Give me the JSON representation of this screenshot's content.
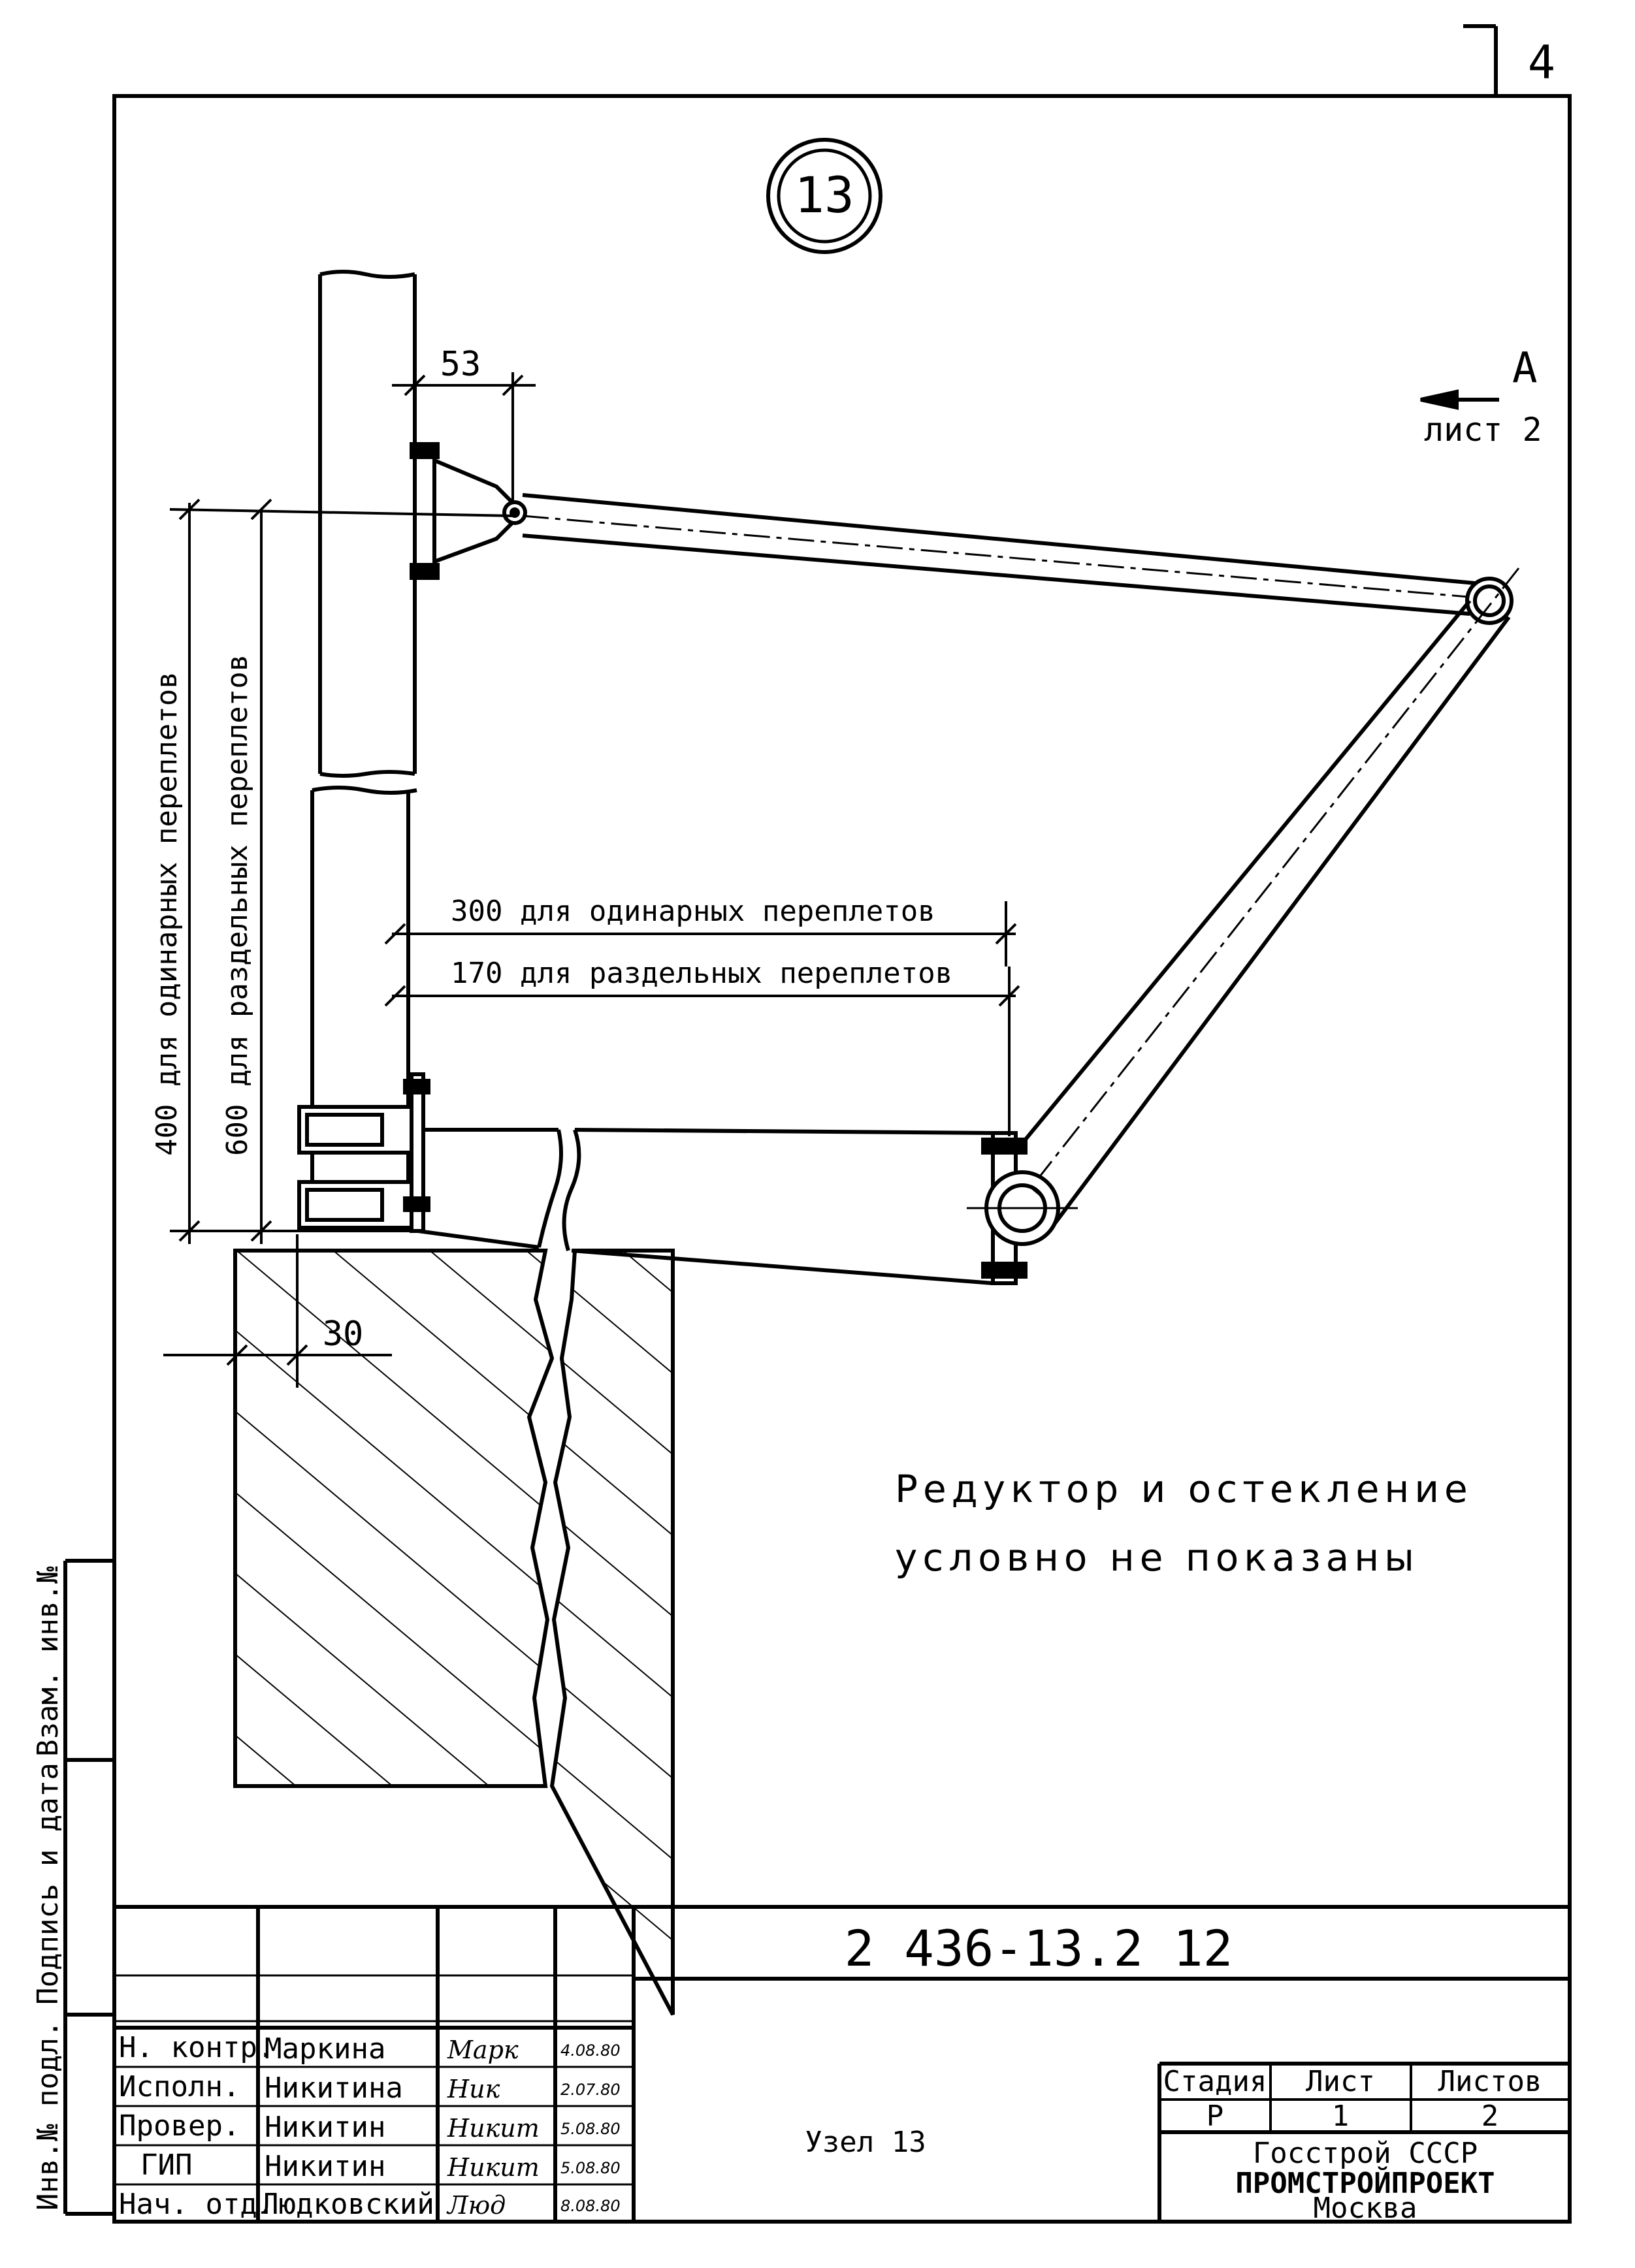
{
  "sheet_corner": "4",
  "node_badge": "13",
  "view": {
    "letter": "А",
    "ref": "лист 2"
  },
  "dims": {
    "d53": "53",
    "d30": "30",
    "d300": "300 для одинарных переплетов",
    "d170": "170 для раздельных переплетов",
    "d400": "400 для одинарных переплетов",
    "d600": "600 для раздельных переплетов"
  },
  "note": {
    "line1": "Редуктор и остекление",
    "line2": "условно не показаны"
  },
  "side_stamp": {
    "a": "Инв.№ подл.",
    "b": "Подпись и дата",
    "c": "Взам. инв.№"
  },
  "titleblock": {
    "code": "2 436-13.2 12",
    "name": "Узел 13",
    "staff": [
      {
        "role": "Н. контр.",
        "name": "Маркина",
        "sig": "Марк",
        "date": "4.08.80"
      },
      {
        "role": "Исполн.",
        "name": "Никитина",
        "sig": "Ник",
        "date": "2.07.80"
      },
      {
        "role": "Провер.",
        "name": "Никитин",
        "sig": "Никит",
        "date": "5.08.80"
      },
      {
        "role": "ГИП",
        "name": "Никитин",
        "sig": "Никит",
        "date": "5.08.80"
      },
      {
        "role": "Нач. отд.",
        "name": "Людковский",
        "sig": "Люд",
        "date": "8.08.80"
      }
    ],
    "stage_h": "Стадия",
    "sheet_h": "Лист",
    "sheets_h": "Листов",
    "stage": "Р",
    "sheet": "1",
    "sheets": "2",
    "org1": "Госстрой СССР",
    "org2": "ПРОМСТРОЙПРОЕКТ",
    "org3": "Москва"
  }
}
